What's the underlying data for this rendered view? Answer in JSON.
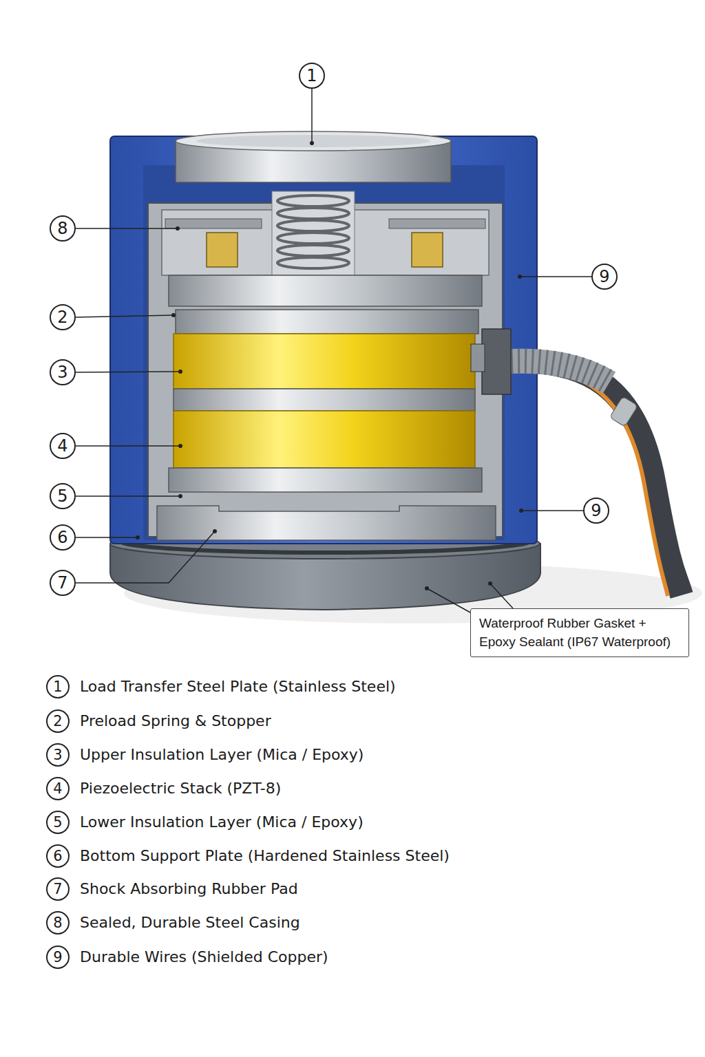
{
  "diagram": {
    "nodes": [
      {
        "text": [
          "1"
        ]
      },
      {
        "text": [
          "8"
        ]
      },
      {
        "text": [
          "9"
        ]
      },
      {
        "text": [
          "2"
        ]
      },
      {
        "text": [
          "3"
        ]
      },
      {
        "text": [
          "4"
        ]
      },
      {
        "text": [
          "5"
        ]
      },
      {
        "text": [
          "9"
        ]
      },
      {
        "text": [
          "6"
        ]
      },
      {
        "text": [
          "7"
        ]
      },
      {
        "text": [
          "Waterproof Rubber Gasket + Epoxy Sealant (IP67 Waterproof)"
        ]
      },
      {
        "text": [
          "1"
        ]
      },
      {
        "text": [
          "2"
        ]
      },
      {
        "text": [
          "3"
        ]
      },
      {
        "text": [
          "4"
        ]
      },
      {
        "text": [
          "5"
        ]
      },
      {
        "text": [
          "6"
        ]
      },
      {
        "text": [
          "7"
        ]
      },
      {
        "text": [
          "8"
        ]
      },
      {
        "text": [
          "9"
        ]
      }
    ],
    "legend": [
      {
        "text": "Load Transfer Steel Plate (Stainless Steel)"
      },
      {
        "text": "Preload Spring & Stopper"
      },
      {
        "text": "Upper Insulation Layer (Mica / Epoxy)"
      },
      {
        "text": "Piezoelectric Stack (PZT-8)"
      },
      {
        "text": "Lower Insulation Layer (Mica / Epoxy)"
      },
      {
        "text": "Bottom Support Plate (Hardened Stainless Steel)"
      },
      {
        "text": "Shock Absorbing Rubber Pad"
      },
      {
        "text": "Sealed, Durable Steel Casing"
      },
      {
        "text": "Durable Wires (Shielded Copper)"
      }
    ]
  }
}
